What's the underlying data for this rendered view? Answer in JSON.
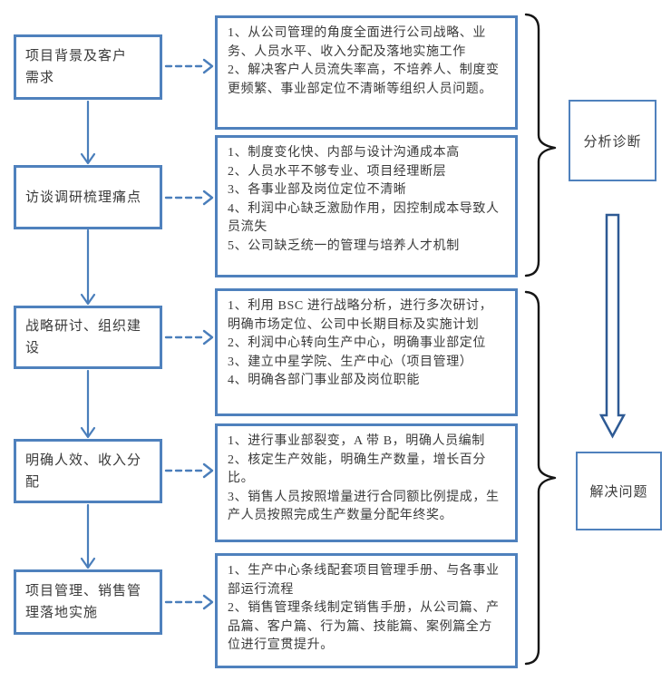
{
  "colors": {
    "box_border": "#4f81bd",
    "connector_blue": "#4a7ebb",
    "big_arrow_outline": "#2e5a94",
    "brace": "#151515",
    "text": "#3a3a3a"
  },
  "stages": [
    {
      "label": "项目背景及客户需求",
      "details": [
        "1、从公司管理的角度全面进行公司战略、业务、人员水平、收入分配及落地实施工作",
        "2、解决客户人员流失率高，不培养人、制度变更频繁、事业部定位不清晰等组织人员问题。"
      ]
    },
    {
      "label": "访谈调研梳理痛点",
      "details": [
        "1、制度变化快、内部与设计沟通成本高",
        "2、人员水平不够专业、项目经理断层",
        "3、各事业部及岗位定位不清晰",
        "4、利润中心缺乏激励作用，因控制成本导致人员流失",
        "5、公司缺乏统一的管理与培养人才机制"
      ]
    },
    {
      "label": "战略研讨、组织建设",
      "details": [
        "1、利用 BSC 进行战略分析，进行多次研讨，明确市场定位、公司中长期目标及实施计划",
        "2、利润中心转向生产中心，明确事业部定位",
        "3、建立中星学院、生产中心（项目管理）",
        "4、明确各部门事业部及岗位职能"
      ]
    },
    {
      "label": "明确人效、收入分配",
      "details": [
        "1、进行事业部裂变，A 带 B，明确人员编制",
        "2、核定生产效能，明确生产数量，增长百分比。",
        "3、销售人员按照增量进行合同额比例提成，生产人员按照完成生产数量分配年终奖。"
      ]
    },
    {
      "label": "项目管理、销售管理落地实施",
      "details": [
        "1、生产中心条线配套项目管理手册、与各事业部运行流程",
        "2、销售管理条线制定销售手册，从公司篇、产品篇、客户篇、行为篇、技能篇、案例篇全方位进行宣贯提升。"
      ]
    }
  ],
  "phases": [
    {
      "label": "分析诊断"
    },
    {
      "label": "解决问题"
    }
  ]
}
